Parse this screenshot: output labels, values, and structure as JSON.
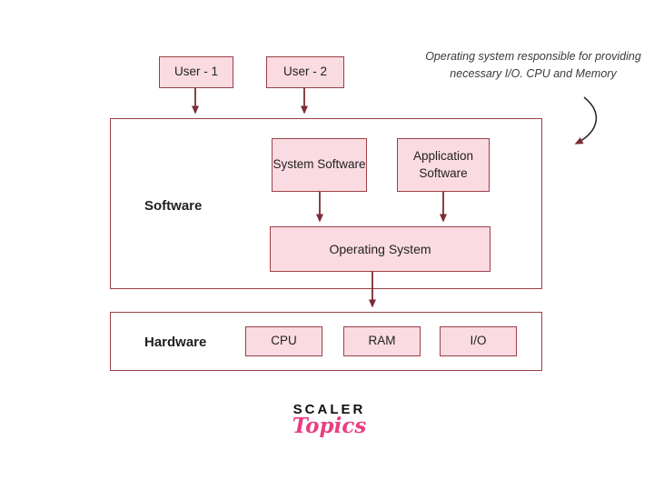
{
  "colors": {
    "box_fill": "#fadbe1",
    "box_border": "#9a4046",
    "arrow": "#7b2d32",
    "logo_pink": "#ea3d82",
    "text": "#2b2b2b"
  },
  "users": [
    {
      "label": "User - 1"
    },
    {
      "label": "User - 2"
    }
  ],
  "software": {
    "label": "Software",
    "system_software": "System Software",
    "application_software": "Application Software",
    "operating_system": "Operating System"
  },
  "hardware": {
    "label": "Hardware",
    "components": [
      {
        "label": "CPU"
      },
      {
        "label": "RAM"
      },
      {
        "label": "I/O"
      }
    ]
  },
  "annotation": {
    "text": "Operating system responsible for providing necessary I/O. CPU and Memory"
  },
  "logo": {
    "main": "SCALER",
    "sub": "Topics"
  }
}
